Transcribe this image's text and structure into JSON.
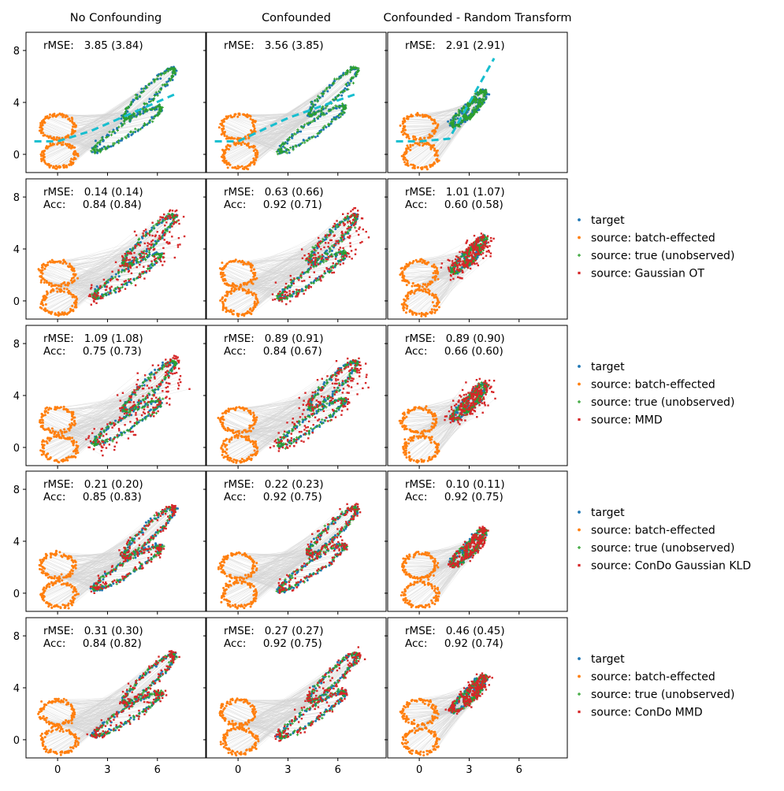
{
  "figure": {
    "column_titles": [
      "No Confounding",
      "Confounded",
      "Confounded - Random Transform"
    ]
  },
  "colors": {
    "target": "#1f77b4",
    "source_batch": "#ff7f0e",
    "source_true": "#2ca02c",
    "corrected": "#d62728",
    "fit_line": "#17becf",
    "links": "#d3d3d3"
  },
  "chart_data": {
    "type": "scatter",
    "layout": {
      "rows": 5,
      "columns": 3,
      "shared_axes": true
    },
    "axes": {
      "xlim": [
        -1.9,
        8.9
      ],
      "ylim": [
        -1.4,
        9.4
      ],
      "xticks": [
        0,
        3,
        6
      ],
      "yticks": [
        0,
        4,
        8
      ]
    },
    "rows": [
      {
        "legend": [],
        "panels": [
          {
            "metrics": [
              "rMSE:   3.85 (3.84)"
            ]
          },
          {
            "metrics": [
              "rMSE:   3.56 (3.85)"
            ]
          },
          {
            "metrics": [
              "rMSE:   2.91 (2.91)"
            ]
          }
        ]
      },
      {
        "legend": [
          "target",
          "source: batch-effected",
          "source: true (unobserved)",
          "source: Gaussian OT"
        ],
        "panels": [
          {
            "metrics": [
              "rMSE:   0.14 (0.14)",
              "Acc:     0.84 (0.84)"
            ]
          },
          {
            "metrics": [
              "rMSE:   0.63 (0.66)",
              "Acc:     0.92 (0.71)"
            ]
          },
          {
            "metrics": [
              "rMSE:   1.01 (1.07)",
              "Acc:     0.60 (0.58)"
            ]
          }
        ]
      },
      {
        "legend": [
          "target",
          "source: batch-effected",
          "source: true (unobserved)",
          "source: MMD"
        ],
        "panels": [
          {
            "metrics": [
              "rMSE:   1.09 (1.08)",
              "Acc:     0.75 (0.73)"
            ]
          },
          {
            "metrics": [
              "rMSE:   0.89 (0.91)",
              "Acc:     0.84 (0.67)"
            ]
          },
          {
            "metrics": [
              "rMSE:   0.89 (0.90)",
              "Acc:     0.66 (0.60)"
            ]
          }
        ]
      },
      {
        "legend": [
          "target",
          "source: batch-effected",
          "source: true (unobserved)",
          "source: ConDo Gaussian KLD"
        ],
        "panels": [
          {
            "metrics": [
              "rMSE:   0.21 (0.20)",
              "Acc:     0.85 (0.83)"
            ]
          },
          {
            "metrics": [
              "rMSE:   0.22 (0.23)",
              "Acc:     0.92 (0.75)"
            ]
          },
          {
            "metrics": [
              "rMSE:   0.10 (0.11)",
              "Acc:     0.92 (0.75)"
            ]
          }
        ]
      },
      {
        "legend": [
          "target",
          "source: batch-effected",
          "source: true (unobserved)",
          "source: ConDo MMD"
        ],
        "panels": [
          {
            "metrics": [
              "rMSE:   0.31 (0.30)",
              "Acc:     0.84 (0.82)"
            ]
          },
          {
            "metrics": [
              "rMSE:   0.27 (0.27)",
              "Acc:     0.92 (0.75)"
            ]
          },
          {
            "metrics": [
              "rMSE:   0.46 (0.45)",
              "Acc:     0.92 (0.74)"
            ]
          }
        ]
      }
    ],
    "distributions": {
      "batch_effected": {
        "rings": [
          {
            "center": [
              0.0,
              2.1
            ],
            "radii": [
              1.0,
              0.95
            ]
          },
          {
            "center": [
              0.1,
              -0.1
            ],
            "radii": [
              1.0,
              0.95
            ]
          }
        ]
      },
      "target_by_column": [
        {
          "rings": [
            {
              "a": [
                2.2,
                0.3
              ],
              "b": [
                6.2,
                3.6
              ],
              "width": 0.9
            },
            {
              "a": [
                4.0,
                2.8
              ],
              "b": [
                7.0,
                6.6
              ],
              "width": 0.85
            }
          ]
        },
        {
          "rings": [
            {
              "a": [
                2.5,
                0.2
              ],
              "b": [
                6.4,
                3.7
              ],
              "width": 0.9
            },
            {
              "a": [
                4.3,
                3.0
              ],
              "b": [
                7.1,
                6.6
              ],
              "width": 0.85
            }
          ]
        },
        {
          "rings": [
            {
              "a": [
                2.0,
                2.2
              ],
              "b": [
                3.6,
                4.2
              ],
              "width": 0.65
            },
            {
              "a": [
                2.8,
                2.8
              ],
              "b": [
                3.9,
                4.9
              ],
              "width": 0.6
            }
          ]
        }
      ],
      "fit_lines": [
        {
          "points": [
            [
              -1.4,
              1.0
            ],
            [
              0.0,
              1.0
            ],
            [
              2.0,
              1.8
            ],
            [
              7.0,
              4.6
            ]
          ]
        },
        {
          "points": [
            [
              -1.4,
              1.0
            ],
            [
              0.0,
              1.0
            ],
            [
              3.0,
              2.8
            ],
            [
              7.2,
              4.7
            ]
          ]
        },
        {
          "points": [
            [
              -1.4,
              1.0
            ],
            [
              0.0,
              1.0
            ],
            [
              1.8,
              1.2
            ],
            [
              4.5,
              7.4
            ]
          ]
        }
      ],
      "correction_noise_by_row": [
        0,
        0.28,
        0.32,
        0.12,
        0.14
      ],
      "correction_outliers_by_row": [
        0,
        1,
        1,
        0,
        0
      ]
    }
  }
}
